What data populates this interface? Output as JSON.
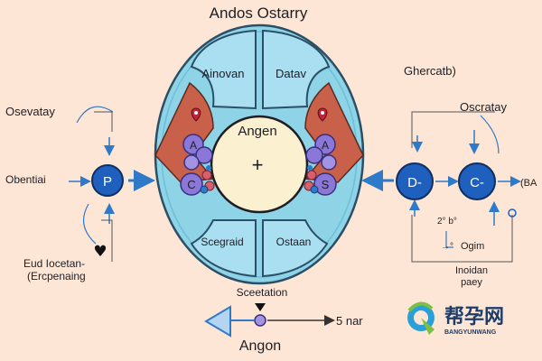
{
  "title": "Andos Ostarry",
  "cell": {
    "quadrant_top_left": "Ainovan",
    "quadrant_top_right": "Datav",
    "quadrant_bottom_left": "Scegraid",
    "quadrant_bottom_right": "Ostaan",
    "nucleus_label": "Angen",
    "nucleus_symbol": "+",
    "left_cluster_letters": [
      "A",
      "C"
    ],
    "right_cluster_letters": [
      "A",
      "S"
    ]
  },
  "left": {
    "top_label": "Osevatay",
    "side_label": "Obentiai",
    "node": "P",
    "bottom_line1": "Eud Iocetan-",
    "bottom_line2": "(Ercpenaing"
  },
  "right": {
    "top_label": "Ghercatb)",
    "mid_label": "Oscratay",
    "node_d": "D-",
    "node_c": "C-",
    "edge_label": "(BA",
    "small_top": "2° b°",
    "small_mid": "→°",
    "small_right": "Ogim",
    "bottom_line1": "Inoidan",
    "bottom_line2": "paey"
  },
  "bottom": {
    "label": "Sceetation",
    "side_label": "5 nar",
    "caption": "Angon"
  },
  "watermark": {
    "brand": "帮孕网",
    "sub": "BANGYUNWANG"
  },
  "colors": {
    "background": "#fde6d6",
    "outer_ring": "#8fd3e6",
    "quadrant": "#a9dff0",
    "nucleus": "#fbf0d0",
    "wedge": "#c9614a",
    "node_blue": "#1f5fbe",
    "cluster_purple": "#8b77d8",
    "arrow_blue": "#2f79c9"
  }
}
